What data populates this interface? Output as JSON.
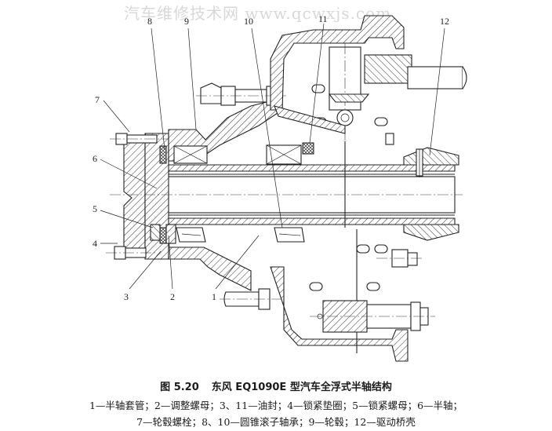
{
  "watermark": "汽车维修技术网 www.qcwxjs.com",
  "figure": {
    "number": "图 5.20",
    "title": "东风 EQ1090E 型汽车全浮式半轴结构"
  },
  "callouts": [
    {
      "id": "1",
      "part": "半轴套管"
    },
    {
      "id": "2",
      "part": "调整螺母"
    },
    {
      "id": "3",
      "part": "油封"
    },
    {
      "id": "4",
      "part": "锁紧垫圈"
    },
    {
      "id": "5",
      "part": "锁紧螺母"
    },
    {
      "id": "6",
      "part": "半轴"
    },
    {
      "id": "7",
      "part": "轮毂螺栓"
    },
    {
      "id": "8",
      "part": "圆锥滚子轴承"
    },
    {
      "id": "9",
      "part": "轮毂"
    },
    {
      "id": "10",
      "part": "圆锥滚子轴承"
    },
    {
      "id": "11",
      "part": "油封"
    },
    {
      "id": "12",
      "part": "驱动桥壳"
    }
  ],
  "labels": {
    "l1": "1",
    "l2": "2",
    "l3": "3",
    "l4": "4",
    "l5": "5",
    "l6": "6",
    "l7": "7",
    "l8": "8",
    "l9": "9",
    "l10": "10",
    "l11": "11",
    "l12": "12"
  },
  "legend": {
    "line1": "1—半轴套管；2—调整螺母；3、11—油封；4—锁紧垫圈；5—锁紧螺母；6—半轴；",
    "line2": "7—轮毂螺栓；8、10—圆锥滚子轴承；9—轮毂；12—驱动桥壳"
  }
}
